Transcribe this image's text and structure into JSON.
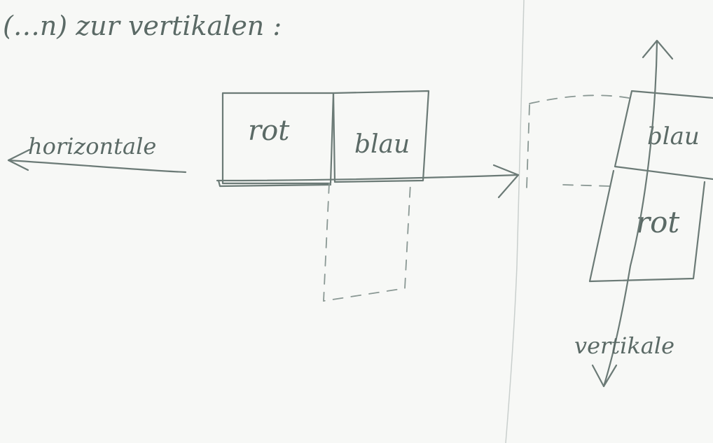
{
  "heading": {
    "text": "(…n) zur vertikalen :"
  },
  "left_panel": {
    "axis_label": "horizontale",
    "boxes": [
      {
        "label": "rot"
      },
      {
        "label": "blau"
      }
    ]
  },
  "right_panel": {
    "axis_label": "vertikale",
    "boxes": [
      {
        "label": "blau"
      },
      {
        "label": "rot"
      }
    ]
  }
}
